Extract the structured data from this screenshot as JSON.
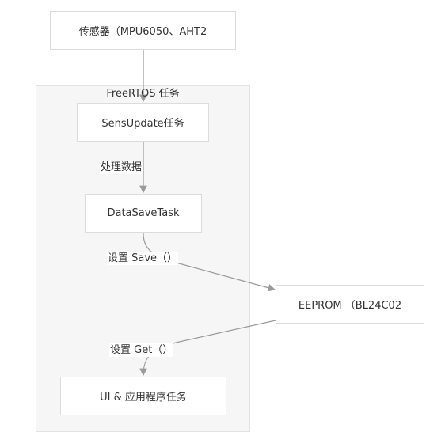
{
  "cluster": {
    "title": "FreeRTOS 任务"
  },
  "nodes": {
    "sensor": "传感器（MPU6050、AHT2",
    "sens_update": "SensUpdate任务",
    "data_save": "DataSaveTask",
    "eeprom": "EEPROM （BL24C02",
    "ui_app": "UI & 应用程序任务"
  },
  "edges": {
    "process": "处理数据",
    "save": "设置 Save（）",
    "get": "设置 Get（）"
  },
  "colors": {
    "edge": "#9a9a9a",
    "cluster_bg": "#f6f6f6",
    "node_border": "#dcdcdc"
  }
}
